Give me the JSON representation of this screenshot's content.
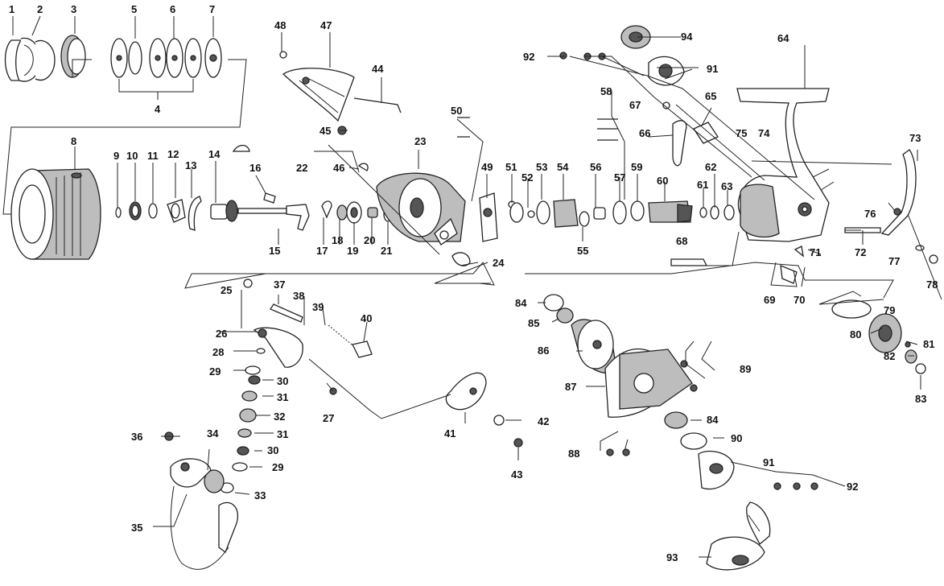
{
  "diagram": {
    "callouts": [
      "1",
      "2",
      "3",
      "4",
      "5",
      "6",
      "7",
      "8",
      "9",
      "10",
      "11",
      "12",
      "13",
      "14",
      "15",
      "16",
      "17",
      "18",
      "19",
      "20",
      "21",
      "22",
      "23",
      "24",
      "25",
      "26",
      "27",
      "28",
      "29",
      "29",
      "30",
      "30",
      "31",
      "31",
      "32",
      "33",
      "34",
      "35",
      "36",
      "37",
      "38",
      "39",
      "40",
      "41",
      "42",
      "43",
      "44",
      "45",
      "46",
      "47",
      "48",
      "49",
      "50",
      "51",
      "52",
      "53",
      "54",
      "55",
      "56",
      "57",
      "58",
      "59",
      "60",
      "61",
      "62",
      "63",
      "64",
      "65",
      "66",
      "67",
      "68",
      "69",
      "70",
      "71",
      "72",
      "73",
      "74",
      "75",
      "76",
      "77",
      "78",
      "79",
      "80",
      "81",
      "82",
      "83",
      "84",
      "84",
      "85",
      "86",
      "87",
      "88",
      "89",
      "90",
      "91",
      "91",
      "92",
      "92",
      "93",
      "94"
    ]
  }
}
